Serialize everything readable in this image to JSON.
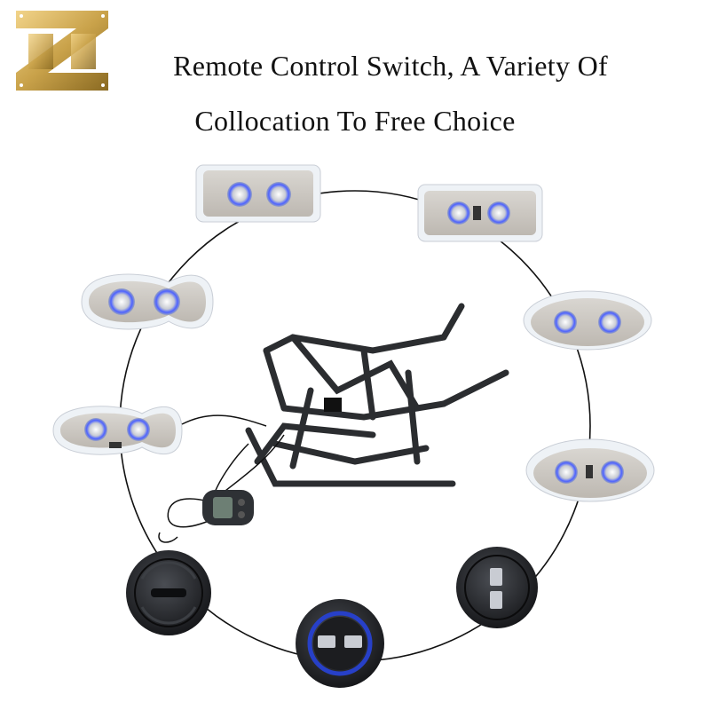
{
  "title": {
    "line1": "Remote Control Switch, A Variety Of",
    "line2": "Collocation To Free Choice"
  },
  "logo": {
    "text": "Z",
    "color": "#c9a24a"
  },
  "colors": {
    "ring": "#111111",
    "panel_fill": "#cfcbc5",
    "panel_rim": "#e9eef3",
    "button_glow": "#3a55ff",
    "frame": "#2b2d30",
    "usb_blue": "#2740c8"
  },
  "icons": [
    "oval-remote-panel-icon",
    "rectangle-remote-panel-icon",
    "round-remote-icon",
    "recliner-mechanism-icon",
    "handheld-remote-icon"
  ]
}
